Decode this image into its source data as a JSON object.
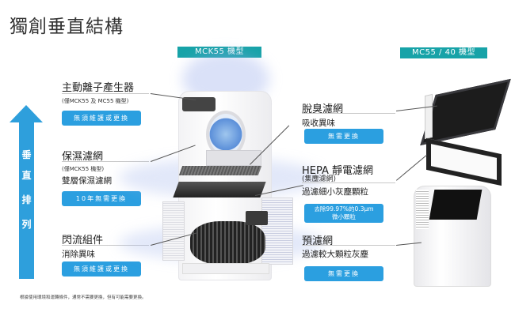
{
  "title": "獨創垂直結構",
  "models": {
    "left": "MCK55 機型",
    "right": "MC55 / 40 機型"
  },
  "arrow": {
    "chars": [
      "垂",
      "直",
      "排",
      "列"
    ],
    "color": "#2e9fdc"
  },
  "left_components": [
    {
      "name": "主動離子產生器",
      "note": "(僅MCK55 及 MC55 機型)",
      "description": "",
      "button": "無須維護或更換"
    },
    {
      "name": "保濕濾網",
      "note": "(僅MCK55 機型)",
      "description": "雙層保濕濾網",
      "button": "10年無需更換"
    },
    {
      "name": "閃流組件",
      "note": "",
      "description": "消除異味",
      "button": "無須維護或更換"
    }
  ],
  "right_components": [
    {
      "name": "脫臭濾網",
      "note": "",
      "description": "吸收異味",
      "button": "無需更換"
    },
    {
      "name": "HEPA 靜電濾網",
      "note": "(集塵濾網)",
      "description": "過濾細小灰塵顆粒",
      "button_line1": "去除99.97%的0.3μm",
      "button_line2": "微小顆粒"
    },
    {
      "name": "預濾網",
      "note": "",
      "description": "過濾較大顆粒灰塵",
      "button": "無需更換"
    }
  ],
  "footnote": "根據使用環境和運轉條件，通常不需要更換，但有可能需要更換。",
  "colors": {
    "accent_blue": "#2b9fe0",
    "model_tag_teal": "#17a3a8"
  }
}
